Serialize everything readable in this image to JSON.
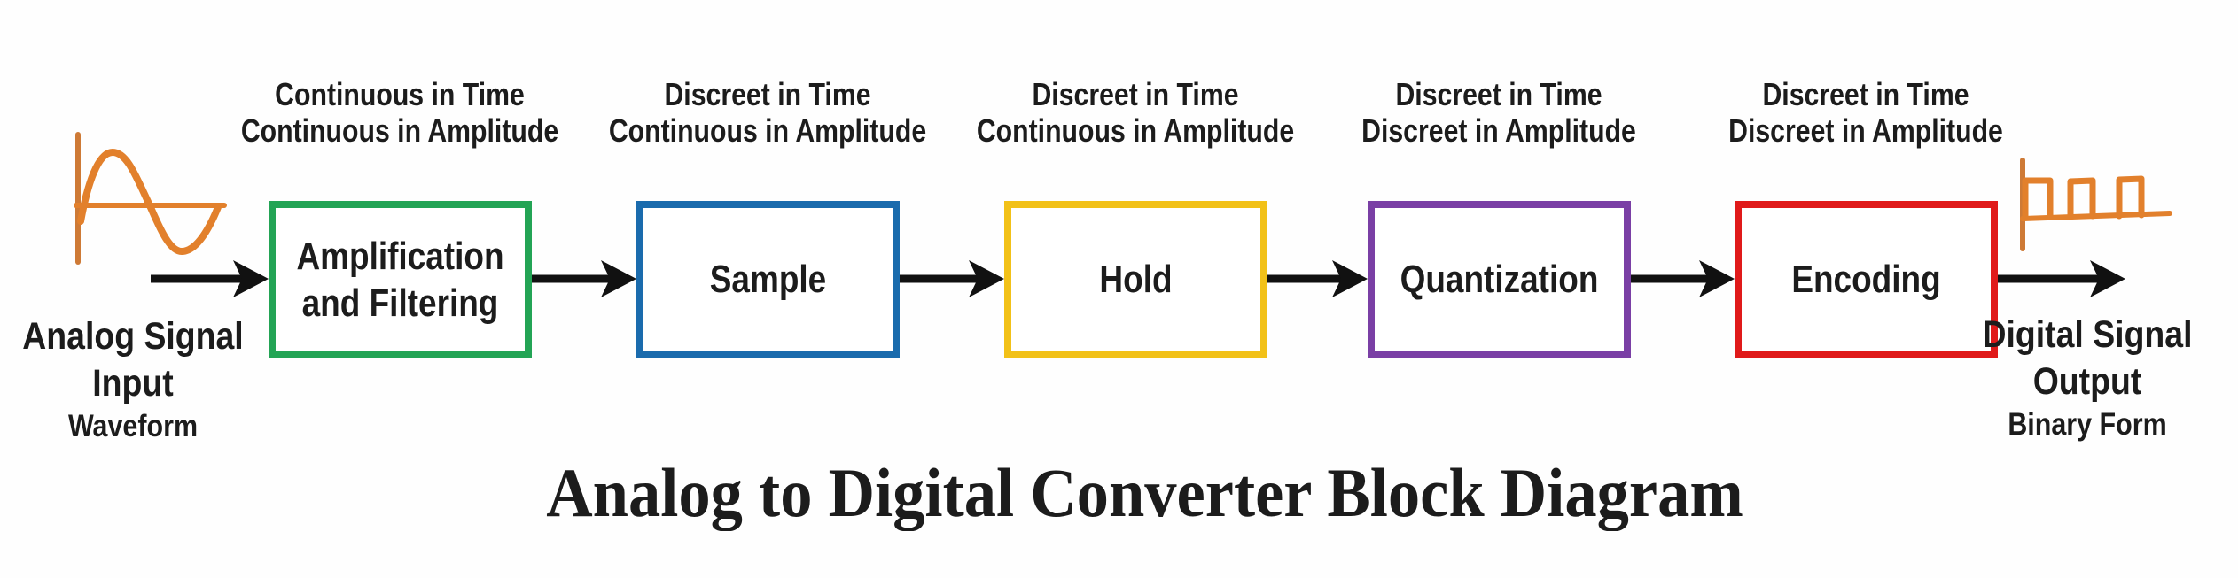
{
  "title": "Analog to Digital Converter Block Diagram",
  "colors": {
    "arrow": "#111111",
    "waveform": "#e2802c",
    "waveform_axis": "#ce7a36",
    "text": "#1c1c1c",
    "background": "#fefefe",
    "stage_green": "#23a455",
    "stage_blue": "#1a6bad",
    "stage_yellow": "#f2c118",
    "stage_purple": "#7a3fa5",
    "stage_red": "#e01a1a"
  },
  "input_caption": {
    "line1": "Analog Signal",
    "line2": "Input",
    "line3": "Waveform"
  },
  "output_caption": {
    "line1": "Digital Signal",
    "line2": "Output",
    "line3": "Binary Form"
  },
  "stages": [
    {
      "label": "Amplification and Filtering",
      "border_color": "#23a455",
      "note_line1": "Continuous in Time",
      "note_line2": "Continuous in Amplitude"
    },
    {
      "label": "Sample",
      "border_color": "#1a6bad",
      "note_line1": "Discreet in Time",
      "note_line2": "Continuous in Amplitude"
    },
    {
      "label": "Hold",
      "border_color": "#f2c118",
      "note_line1": "Discreet in Time",
      "note_line2": "Continuous in Amplitude"
    },
    {
      "label": "Quantization",
      "border_color": "#7a3fa5",
      "note_line1": "Discreet in Time",
      "note_line2": "Discreet in Amplitude"
    },
    {
      "label": "Encoding",
      "border_color": "#e01a1a",
      "note_line1": "Discreet in Time",
      "note_line2": "Discreet in Amplitude"
    }
  ]
}
